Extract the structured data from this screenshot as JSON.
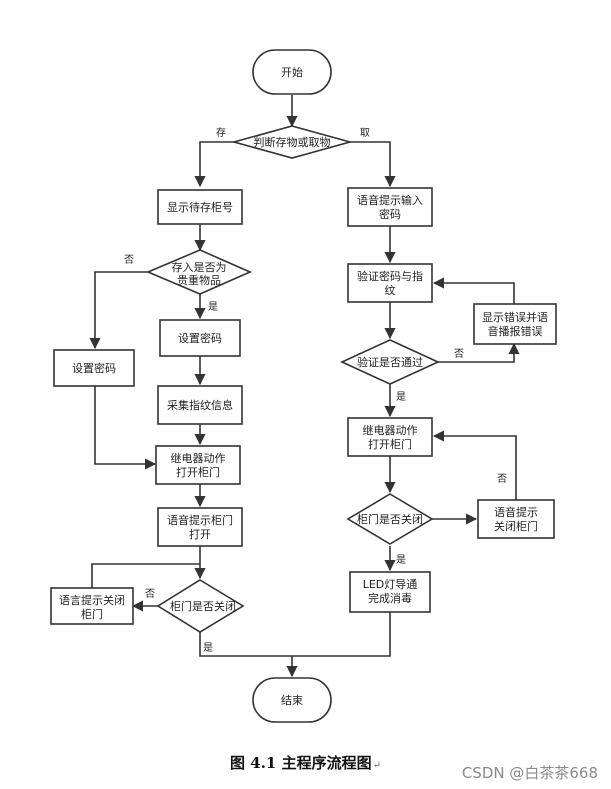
{
  "flowchart": {
    "start": "开始",
    "decision_main": "判断存物或取物",
    "branch_store": "存",
    "branch_take": "取",
    "store": {
      "show_cabinet": "显示待存柜号",
      "decision_valuable": [
        "存入是否为",
        "贵重物品"
      ],
      "yes": "是",
      "no": "否",
      "set_password_left": "设置密码",
      "set_password": "设置密码",
      "collect_fingerprint": "采集指纹信息",
      "relay_open": [
        "继电器动作",
        "打开柜门"
      ],
      "voice_open": [
        "语音提示柜门",
        "打开"
      ],
      "decision_closed": "柜门是否关闭",
      "voice_close": [
        "语言提示关闭",
        "柜门"
      ],
      "no_label": "否",
      "yes_label": "是"
    },
    "take": {
      "voice_input": [
        "语音提示输入",
        "密码"
      ],
      "verify": [
        "验证密码与指",
        "纹"
      ],
      "decision_pass": "验证是否通过",
      "error": [
        "显示错误并语",
        "音播报错误"
      ],
      "no_label": "否",
      "yes_label": "是",
      "relay_open": [
        "继电器动作",
        "打开柜门"
      ],
      "decision_closed": "柜门是否关闭",
      "voice_close": [
        "语音提示",
        "关闭柜门"
      ],
      "no_label2": "否",
      "yes_label2": "是",
      "led": [
        "LED灯导通",
        "完成消毒"
      ]
    },
    "end": "结束"
  },
  "caption": {
    "text": "图 4.1  主程序流程图",
    "mark": "↵"
  },
  "watermark": "CSDN @白茶茶668",
  "colors": {
    "stroke": "#333333",
    "fill": "#ffffff",
    "text": "#222222"
  }
}
